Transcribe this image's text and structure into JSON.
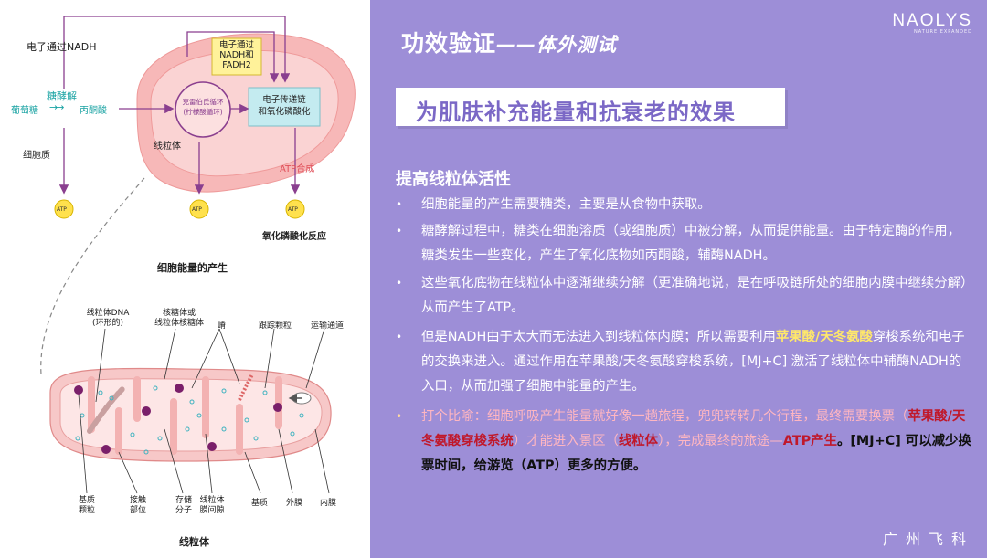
{
  "diagram": {
    "nadh_label": "电子通过NADH",
    "glycolysis": "糖酵解",
    "glucose": "葡萄糖",
    "pyruvate": "丙酮酸",
    "cytoplasm": "细胞质",
    "krebs_cycle": "克雷伯氏循环\n(柠檬酸循环)",
    "mitochondria_label": "线粒体",
    "electron_box": "电子通过\nNADH和\nFADH2",
    "etc_box": "电子传递链\n和氧化磷酸化",
    "atp_synthesis": "ATP合成",
    "atp": "ATP",
    "oxidative_phosphorylation": "氧化磷酸化反应",
    "energy_production_caption": "细胞能量的产生",
    "mito_dna": "线粒体DNA\n(环形的)",
    "ribosome": "核糖体或\n线粒体核糖体",
    "cristae": "嵴",
    "granule": "跟踪颗粒",
    "transport": "运输通道",
    "matrix_granule": "基质\n颗粒",
    "contact_site": "接触\n部位",
    "storage_molecule": "存储\n分子",
    "intermembrane_space": "线粒体\n膜间隙",
    "matrix": "基质",
    "outer_membrane": "外膜",
    "inner_membrane": "内膜",
    "mitochondria_caption": "线粒体"
  },
  "slide": {
    "title_main": "功效验证",
    "title_sub": "——体外测试",
    "logo_name": "NAOLYS",
    "logo_tagline": "NATURE EXPANDED",
    "banner": "为肌肤补充能量和抗衰老的效果",
    "section_heading": "提高线粒体活性",
    "bullet_marker": "•",
    "bullets": [
      {
        "text": "细胞能量的产生需要糖类，主要是从食物中获取。"
      },
      {
        "text": "糖酵解过程中，糖类在细胞溶质（或细胞质）中被分解，从而提供能量。由于特定酶的作用，糖类发生一些变化，产生了氧化底物如丙酮酸，辅酶NADH。"
      },
      {
        "text": "这些氧化底物在线粒体中逐渐继续分解（更准确地说，是在呼吸链所处的细胞内膜中继续分解）从而产生了ATP。"
      },
      {
        "text_a": "但是NADH由于太大而无法进入到线粒体内膜；所以需要利用",
        "highlight": "苹果酸/天冬氨酸",
        "text_b": "穿梭系统和电子的交换来进入。通过作用在苹果酸/天冬氨酸穿梭系统，[MJ+C] 激活了线粒体中辅酶NADH的入口，从而加强了细胞中能量的产生。"
      },
      {
        "text_a": "打个比喻：细胞呼吸产生能量就好像一趟旅程，兜兜转转几个行程，最终需要换票（",
        "highlight_a": "苹果酸/天冬氨酸穿梭系统",
        "text_b": "）才能进入景区（",
        "highlight_b": "线粒体",
        "text_c": "），完成最终的旅途—",
        "highlight_c": "ATP产生",
        "text_d": "。[MJ+C] 可以减少换票时间，给游览（ATP）更多的方便。"
      }
    ],
    "footer": "广州飞科"
  },
  "colors": {
    "panel_bg": "#9d8ed7",
    "banner_text": "#7b68c6",
    "highlight_yellow": "#ffe86a",
    "highlight_red": "#c0182a",
    "analogy_text": "#ffb6c1",
    "mito_fill": "#f7b8b8",
    "teal": "#1aa3a3"
  }
}
